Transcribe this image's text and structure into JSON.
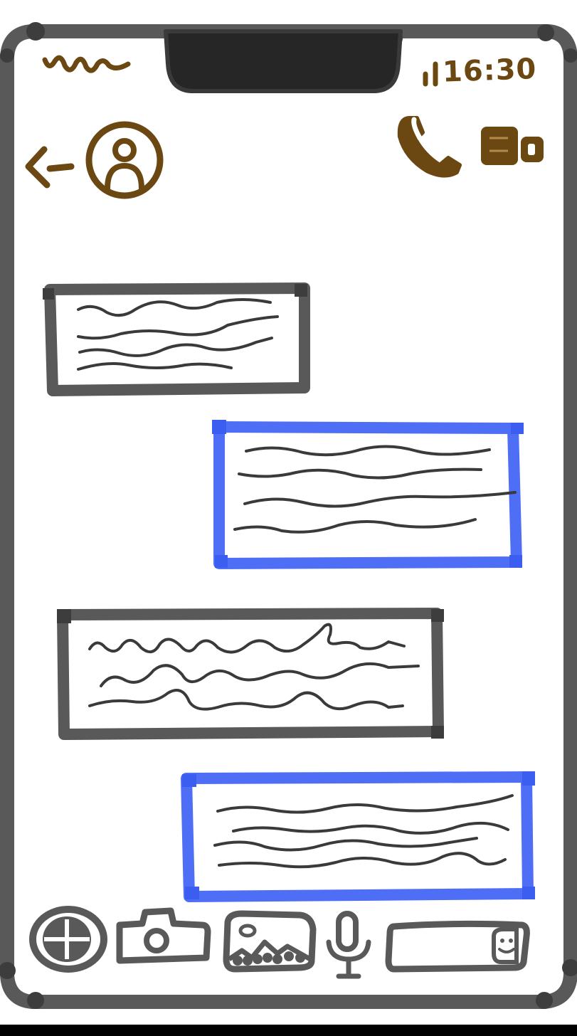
{
  "status_bar": {
    "time": "16:30",
    "carrier_icon": "squiggle-carrier-icon",
    "signal_icon": "signal-bars-icon",
    "notch": "camera-notch"
  },
  "header": {
    "back_icon": "back-arrow-icon",
    "avatar_icon": "contact-avatar-icon",
    "call_icon": "phone-call-icon",
    "video_icon": "video-call-icon"
  },
  "messages": [
    {
      "side": "received",
      "lines": 4
    },
    {
      "side": "sent",
      "lines": 4
    },
    {
      "side": "received",
      "lines": 3
    },
    {
      "side": "sent",
      "lines": 4
    }
  ],
  "input_bar": {
    "add_icon": "add-attachment-icon",
    "camera_icon": "camera-icon",
    "gallery_icon": "gallery-icon",
    "mic_icon": "microphone-icon",
    "emoji_icon": "emoji-icon"
  },
  "colors": {
    "frame": "#595959",
    "accent": "#6b4712",
    "sent_border": "#4e6ef5",
    "received_border": "#595959",
    "scribble": "#3a3a3a"
  }
}
